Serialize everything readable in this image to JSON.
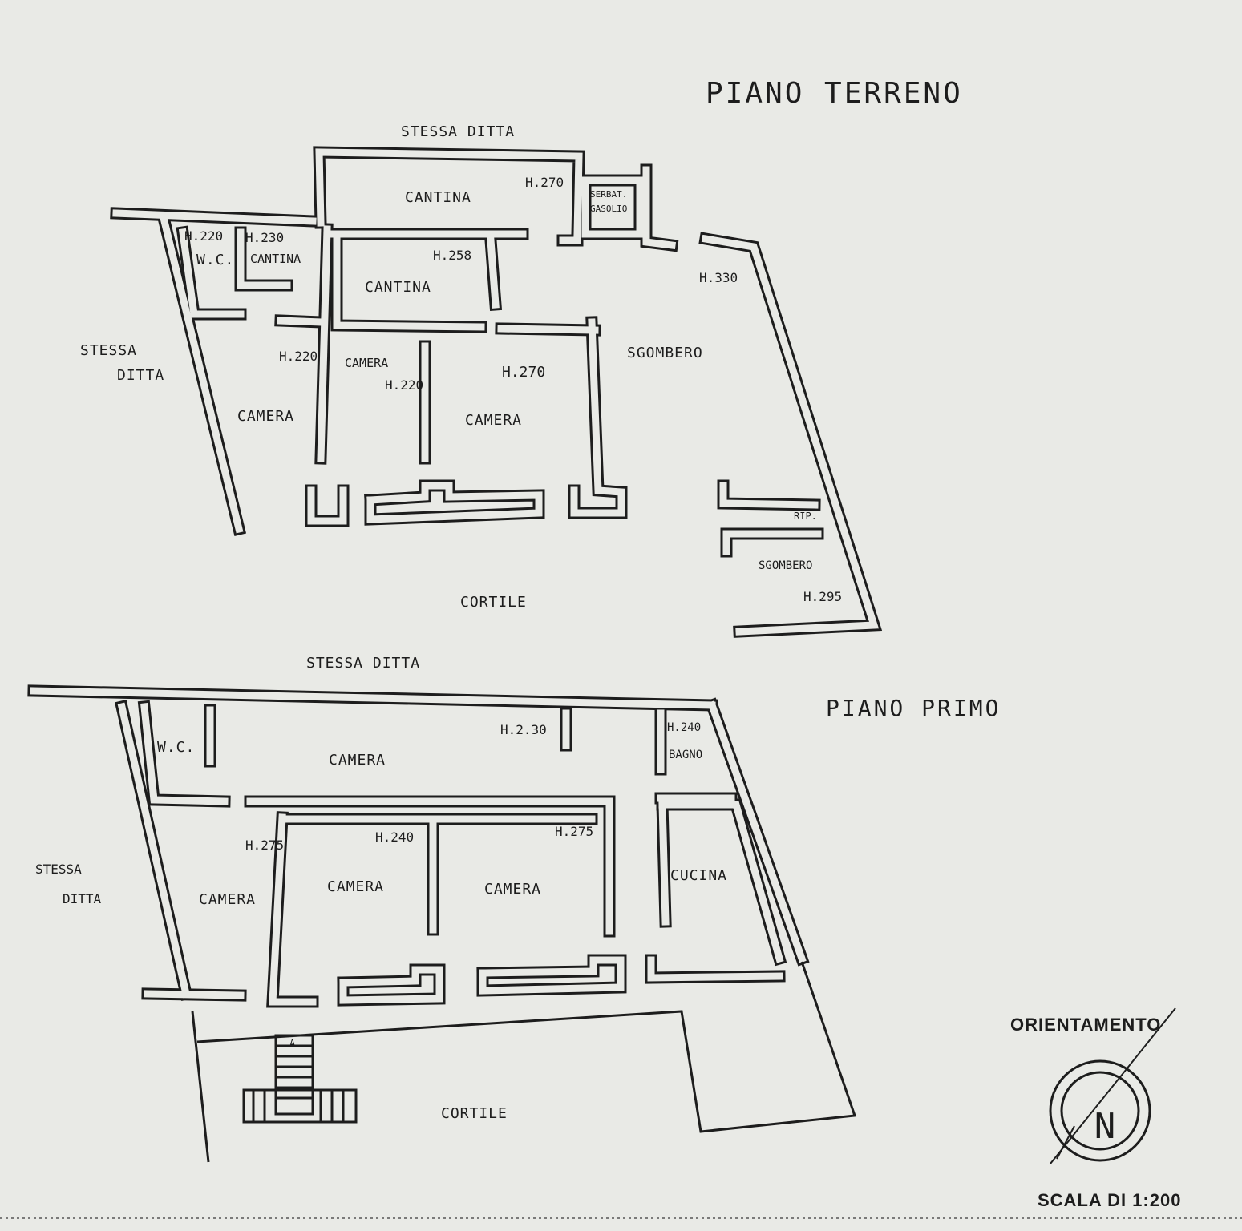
{
  "ground_floor": {
    "title": "PIANO TERRENO",
    "neighbor_top": "STESSA DITTA",
    "neighbor_left_1": "STESSA",
    "neighbor_left_2": "DITTA",
    "rooms": {
      "cantina_top": "CANTINA",
      "cantina_top_height": "H.270",
      "serbatoio_1": "SERBAT.",
      "serbatoio_2": "GASOLIO",
      "wc": "W.C.",
      "wc_height": "H.220",
      "cantina_small": "CANTINA",
      "cantina_small_height": "H.230",
      "cantina_mid": "CANTINA",
      "cantina_mid_height": "H.258",
      "sgombero": "SGOMBERO",
      "sgombero_height": "H.330",
      "camera_left": "CAMERA",
      "camera_left_height": "H.220",
      "camera_mid": "CAMERA",
      "camera_mid_height": "H.220",
      "camera_right": "CAMERA",
      "camera_right_height": "H.270",
      "rip": "RIP.",
      "sgombero_2": "SGOMBERO",
      "sgombero_2_height": "H.295",
      "cortile": "CORTILE"
    }
  },
  "first_floor": {
    "title": "PIANO PRIMO",
    "neighbor_top": "STESSA DITTA",
    "neighbor_left_1": "STESSA",
    "neighbor_left_2": "DITTA",
    "rooms": {
      "wc": "W.C.",
      "camera_top": "CAMERA",
      "camera_top_height": "H.2.30",
      "bagno": "BAGNO",
      "bagno_height": "H.240",
      "camera_1": "CAMERA",
      "camera_1_height": "H.275",
      "camera_2": "CAMERA",
      "camera_2_height": "H.240",
      "camera_3": "CAMERA",
      "camera_3_height": "H.275",
      "cucina": "CUCINA",
      "cortile": "CORTILE",
      "stair_mark": "A"
    }
  },
  "legend": {
    "orientation": "ORIENTAMENTO",
    "north_letter": "N",
    "scale": "SCALA DI 1:200"
  },
  "icons": {
    "compass": "north-arrow-icon"
  }
}
